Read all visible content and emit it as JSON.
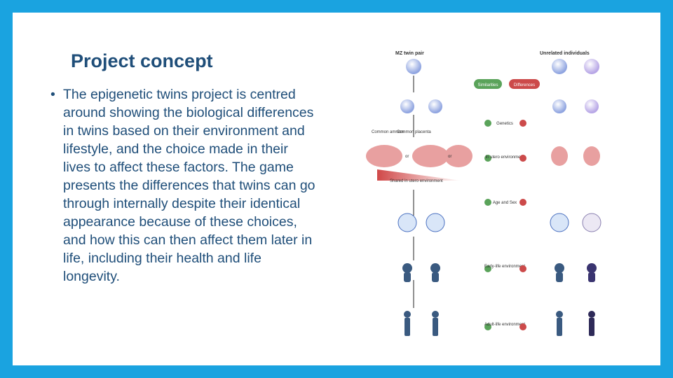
{
  "slide": {
    "title": "Project concept",
    "bullet_text": "The epigenetic twins project is centred around showing the biological differences in twins based on their environment and lifestyle, and the choice made in their lives to affect these factors. The game presents the differences that twins can go through internally despite their identical appearance because of  these choices, and how this can then affect them later in life, including their health and life longevity."
  },
  "figure": {
    "mz_label": "MZ twin pair",
    "unrelated_label": "Unrelated individuals",
    "similarities_label": "Similarities",
    "differences_label": "Differences",
    "common_amnion": "Common amnion",
    "common_placenta": "Common placenta",
    "or1": "or",
    "or2": "or",
    "shared_env": "Shared in utero environment",
    "genetics": "Genetics",
    "in_utero": "In utero environment",
    "age_sex": "Age and Sex",
    "early_life": "Early-life environment",
    "adult_life": "Adult-life environment",
    "colors": {
      "similar": "#5aa35a",
      "different": "#cc4a4a",
      "cell": "#a8b8e8",
      "embryo": "#e8a0a0",
      "silhouette": "#3a5a80"
    }
  }
}
